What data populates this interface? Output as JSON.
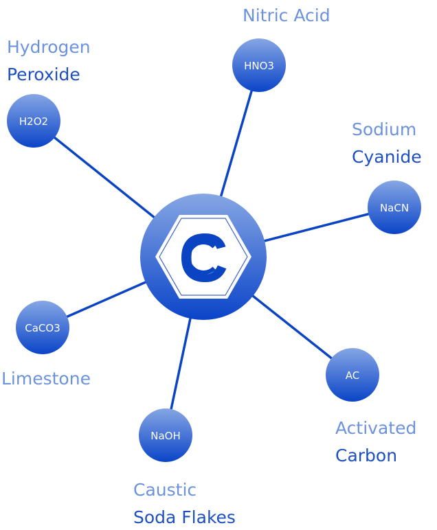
{
  "hub": {
    "logo_letter": "C",
    "name": "central-logo"
  },
  "colors": {
    "node_top": "#86a6e4",
    "node_bottom": "#0a44c8",
    "edge": "#0a44c2",
    "label_light": "#6c92dc",
    "label_dark": "#1d4fc1"
  },
  "nodes": [
    {
      "formula": "H2O2",
      "label_line1": "Hydrogen",
      "label_line2": "Peroxide"
    },
    {
      "formula": "HNO3",
      "label_line1": "Nitric Acid",
      "label_line2": ""
    },
    {
      "formula": "NaCN",
      "label_line1": "Sodium",
      "label_line2": "Cyanide"
    },
    {
      "formula": "AC",
      "label_line1": "Activated",
      "label_line2": "Carbon"
    },
    {
      "formula": "NaOH",
      "label_line1": "Caustic",
      "label_line2": "Soda Flakes"
    },
    {
      "formula": "CaCO3",
      "label_line1": "Limestone",
      "label_line2": ""
    }
  ]
}
